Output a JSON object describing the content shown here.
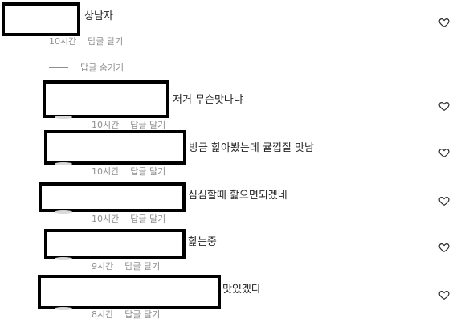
{
  "comment_root": {
    "text": "상남자",
    "time": "10시간",
    "reply": "답글 달기"
  },
  "thread": {
    "toggle": "답글 숨기기"
  },
  "replies": [
    {
      "text": "저거 무슨맛나냐",
      "time": "10시간",
      "reply": "답글 달기"
    },
    {
      "text": "방금 핥아봤는데 귤껍질 맛남",
      "time": "10시간",
      "reply": "답글 달기"
    },
    {
      "text": "심심할때 핥으면되겠네",
      "time": "10시간",
      "reply": "답글 달기"
    },
    {
      "text": "핥는중",
      "time": "9시간",
      "reply": "답글 달기"
    },
    {
      "text": "맛있겠다",
      "time": "8시간",
      "reply": "답글 달기"
    }
  ],
  "icons": {
    "like": "heart-outline-icon"
  },
  "colors": {
    "text": "#262626",
    "meta": "#8e8e8e",
    "redaction_border": "#000000"
  }
}
